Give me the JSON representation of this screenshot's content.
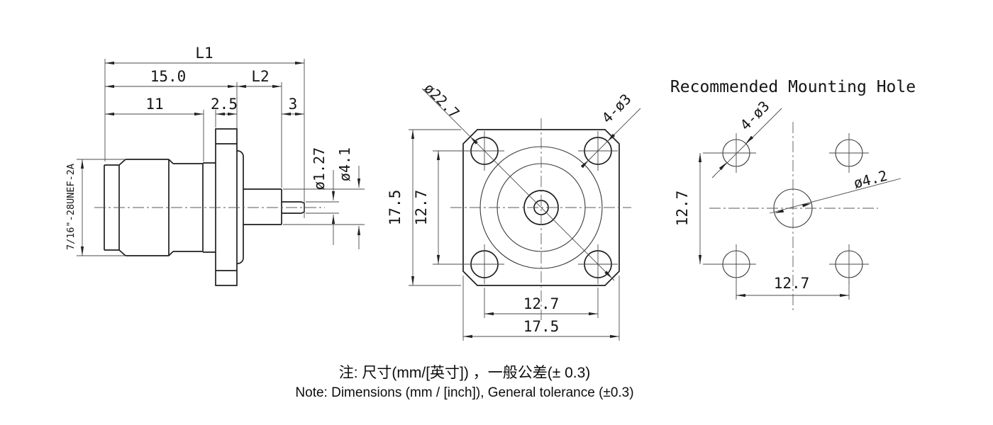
{
  "views": {
    "side": {
      "thread_label": "7/16\"-28UNEF-2A",
      "dim_l1": "L1",
      "dim_15": "15.0",
      "dim_l2": "L2",
      "dim_11": "11",
      "dim_2_5": "2.5",
      "dim_3": "3",
      "dim_pin_dia": "ø1.27",
      "dim_body_dia": "ø4.1"
    },
    "front": {
      "dim_corner_dia": "ø22.7",
      "dim_holes": "4-ø3",
      "dim_height": "17.5",
      "dim_hole_pitch_v": "12.7",
      "dim_hole_pitch_h": "12.7",
      "dim_width": "17.5"
    },
    "mounting": {
      "title": "Recommended Mounting Hole",
      "dim_holes": "4-ø3",
      "dim_center_dia": "ø4.2",
      "dim_pitch_v": "12.7",
      "dim_pitch_h": "12.7"
    }
  },
  "note": {
    "line1": "注: 尺寸(mm/[英寸]) ，一般公差(± 0.3)",
    "line2": "Note: Dimensions (mm / [inch]), General tolerance (±0.3)"
  }
}
